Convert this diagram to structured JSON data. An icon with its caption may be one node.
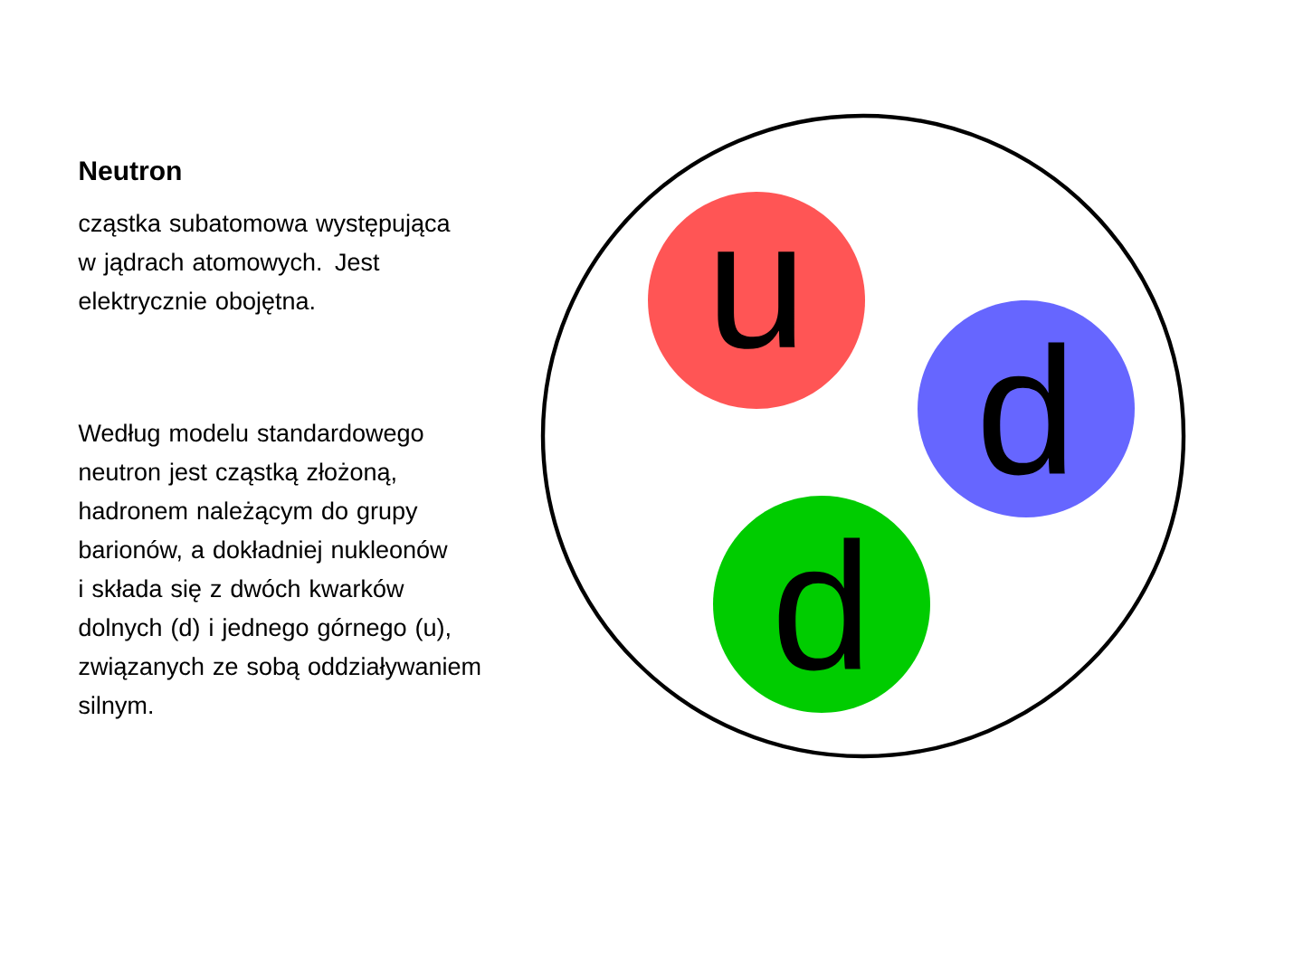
{
  "diagram": {
    "title": "Neutron",
    "nodes": [
      {
        "text": [],
        "shape": "circle"
      },
      {
        "text": [
          "u"
        ],
        "in": 0
      },
      {
        "text": [
          "d"
        ],
        "in": 0
      },
      {
        "text": [
          "d"
        ],
        "in": 0
      }
    ],
    "edges": [],
    "labels": [
      "cząstka subatomowa występująca w jądrach atomowych. Jest elektrycznie obojętna.",
      "Według modelu standardowego neutron jest cząstką złożoną, hadronem należącym do grupy barionów, a dokładniej nukleonów i składa się z dwóch kwarków dolnych (d) i jednego górnego (u), związanych ze sobą oddziaływaniem silnym."
    ]
  }
}
